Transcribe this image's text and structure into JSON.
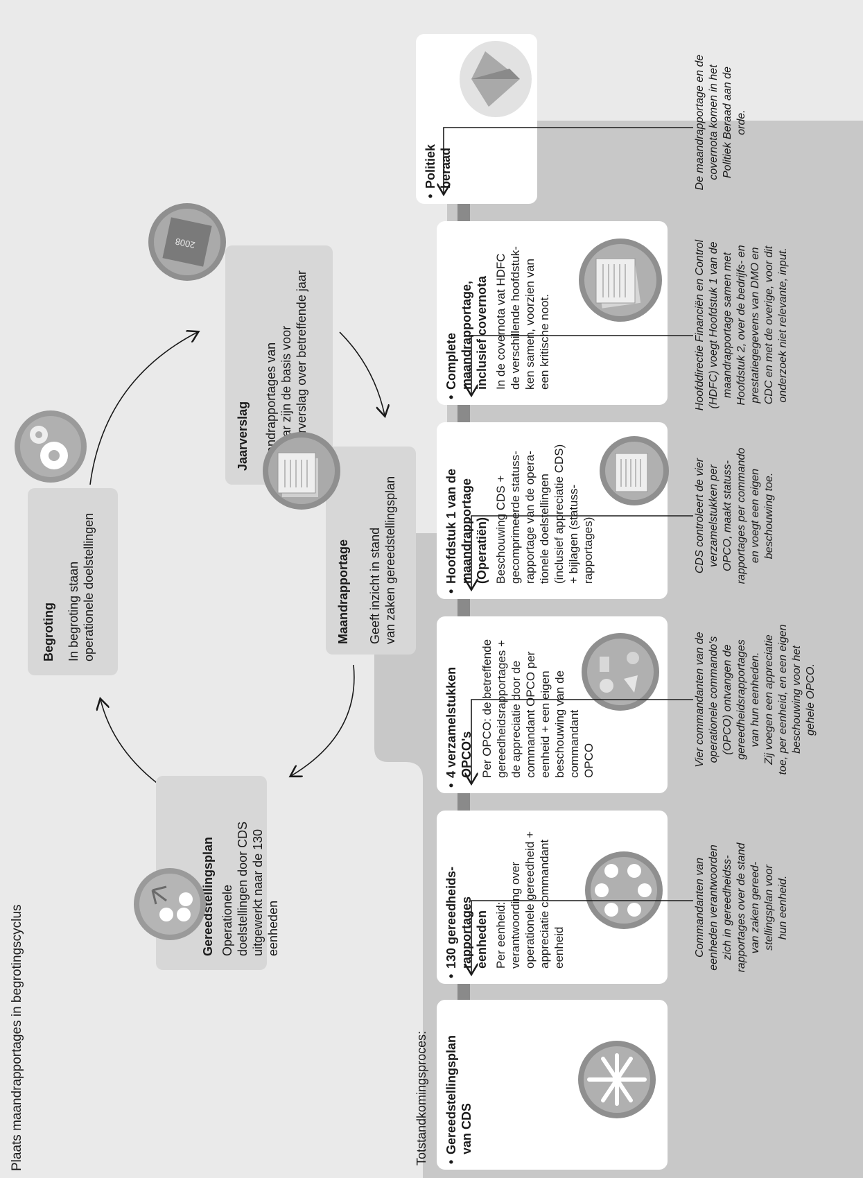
{
  "title": "Plaats maandrapportages in begrotingscyclus",
  "cycle": {
    "gereedstellingsplan": {
      "title": "Gereedstellingsplan",
      "lines": [
        "Operationele",
        "doelstellingen door CDS",
        "uitgewerkt naar de 130 eenheden"
      ]
    },
    "begroting": {
      "title": "Begroting",
      "lines": [
        "In begroting staan",
        "operationele doelstellingen"
      ]
    },
    "maandrapportage": {
      "title": "Maandrapportage",
      "lines": [
        "Geeft inzicht in stand",
        "van zaken gereedstellingsplan"
      ]
    },
    "jaarverslag": {
      "title": "Jaarverslag",
      "lines": [
        "Maandrapportages van",
        "een jaar zijn de basis voor",
        "het jaarverslag over betreffende jaar"
      ],
      "book_label": "2008"
    }
  },
  "process": {
    "title": "Totstandkomingsproces:",
    "bullet": "•",
    "steps": [
      {
        "title_lines": [
          "Gereedstellingsplan",
          "van CDS"
        ],
        "desc_lines": []
      },
      {
        "title_lines": [
          "130 gereedheids-",
          "rapportages",
          "eenheden"
        ],
        "desc_lines": [
          "Per eenheid:",
          "verantwoording over",
          "operationele gereedheid +",
          "appreciatie commandant",
          "eenheid"
        ]
      },
      {
        "title_lines": [
          "4 verzamelstukken",
          "OPCO's"
        ],
        "desc_lines": [
          "Per OPCO: de betreffende",
          "gereedheidsrapportages +",
          "de appreciatie door de",
          "commandant OPCO per",
          "eenheid + een eigen",
          "beschouwing van de",
          "commandant",
          "OPCO"
        ]
      },
      {
        "title_lines": [
          "Hoofdstuk 1 van de",
          "maandrapportage",
          "(Operatiën)"
        ],
        "desc_lines": [
          "Beschouwing CDS +",
          "gecomprimeerde statuss-",
          "rapportage van de opera-",
          "tionele doelstellingen",
          "(inclusief appreciatie CDS)",
          "+ bijlagen (statuss-",
          "rapportages)"
        ]
      },
      {
        "title_lines": [
          "Complete",
          "maandrapportage,",
          "inclusief covernota"
        ],
        "desc_lines": [
          "In de covernota vat HDFC",
          "de verschillende hoofdstuk-",
          "ken samen, voorzien van",
          "een kritische noot."
        ]
      },
      {
        "title_lines": [
          "Politiek",
          "beraad"
        ],
        "desc_lines": []
      }
    ],
    "annotations": [
      [
        "Commandanten van",
        "eenheden verantwoorden",
        "zich in gereedheidss-",
        "rapportages over de stand",
        "van zaken gereed-",
        "stellingsplan voor",
        "hun eenheid."
      ],
      [
        "Vier commandanten van de",
        "operationele commando's",
        "(OPCO) ontvangen de",
        "gereedheidsrapportages",
        "van hun eenheden.",
        "Zij voegen een appreciatie",
        "toe, per eenheid, en een eigen",
        "beschouwing voor het",
        "gehele OPCO."
      ],
      [
        "CDS controleert de vier",
        "verzamelstukken per",
        "OPCO, maakt statuss-",
        "rapportages per commando",
        "en voegt een eigen",
        "beschouwing toe."
      ],
      [
        "Hoofddirectie Financiën en Control",
        "(HDFC) voegt Hoofdstuk 1 van de",
        "maandrapportage samen met",
        "Hoofdstuk 2, over de bedrijfs- en",
        "prestatiegegevens van DMO en",
        "CDC en met de overige, voor dit",
        "onderzoek niet relevante, input."
      ],
      [
        "De maandrapportage en de",
        "covernota komen in het",
        "Politiek Beraad aan de",
        "orde."
      ]
    ]
  },
  "colors": {
    "background": "#eaeaea",
    "box": "#d7d7d7",
    "band": "#c8c8c8",
    "card": "#ffffff",
    "text": "#1a1a1a"
  },
  "icons": [
    "snowflake-icon",
    "circle-of-people-icon",
    "globe-objects-icon",
    "document-icon",
    "document-stack-icon",
    "folded-paper-icon",
    "gear-icon",
    "branching-arrows-icon",
    "book-icon"
  ]
}
